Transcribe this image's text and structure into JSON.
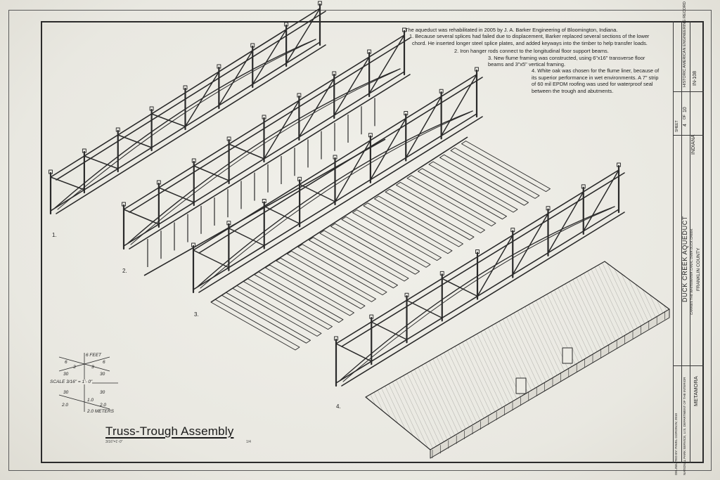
{
  "notes": {
    "intro": "The aqueduct was rehabilitated in 2005 by J. A. Barker Engineering of Bloomington, Indiana.",
    "items": [
      "1. Because several splices had failed due to displacement, Barker replaced several sections of the lower chord. He inserted longer steel splice plates, and added keyways into the timber to help transfer loads.",
      "2. Iron hanger rods connect to the longitudinal floor support beams.",
      "3. New flume framing was constructed, using 6\"x16\" transverse floor beams and 3\"x5\" vertical framing.",
      "4. White oak was chosen for the flume liner, because of its superior performance in wet environments. A 7\" strip of 60 mil EPDM roofing was used for waterproof seal between the trough and abutments."
    ]
  },
  "drawing": {
    "title": "Truss-Trough Assembly",
    "scale_note": "3/16\"=1'-0\"",
    "sheet_ref": "1/4",
    "assembly_labels": [
      "1.",
      "2.",
      "3.",
      "4."
    ]
  },
  "scale_bar": {
    "feet_label": "6 FEET",
    "scale_text": "SCALE  3/16\" = 1'- 0\"",
    "meters_label": "2.0 METERS",
    "ticks_feet": [
      "6",
      "3",
      "3",
      "6",
      "30",
      "30"
    ],
    "ticks_meters": [
      "30",
      "30",
      "1.0",
      "2.0",
      "2.0"
    ]
  },
  "title_block": {
    "project": "DUCK CREEK AQUEDUCT",
    "project_sub": "CARRIES THE WHITEWATER CANAL OVER DUCK CREEK",
    "county": "FRANKLIN COUNTY",
    "town": "METAMORA",
    "state": "INDIANA",
    "sheet_label": "SHEET",
    "sheet_no": "4",
    "sheet_of": "OF",
    "sheet_total": "10",
    "haer_no": "IN-108",
    "record": "HISTORIC AMERICAN ENGINEERING RECORD",
    "delineator": "DELINEATED BY: PAVEL GORONOV, 2010",
    "agency": "NATIONAL PARK SERVICE, U.S. DEPARTMENT OF THE INTERIOR"
  }
}
